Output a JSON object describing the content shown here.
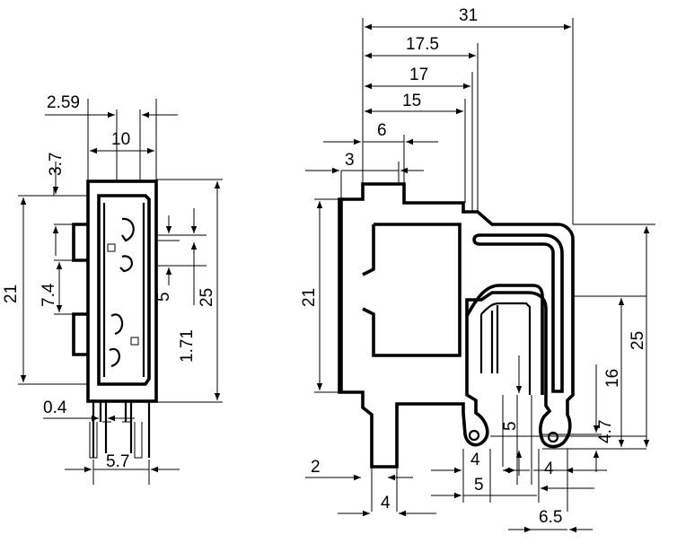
{
  "dimensions": {
    "left_view": {
      "pin_offset": "2.59",
      "top_width": "10",
      "top_offset": "3.7",
      "height_21": "21",
      "pitch": "7.4",
      "gap_5": "5",
      "height_25": "25",
      "small_1_71": "1.71",
      "pin_thickness": "0.4",
      "pin_spacing": "5.7"
    },
    "right_view": {
      "overall_31": "31",
      "d_17_5": "17.5",
      "d_17": "17",
      "d_15": "15",
      "d_6": "6",
      "d_3": "3",
      "height_21": "21",
      "height_25": "25",
      "height_16": "16",
      "height_4_7": "4.7",
      "pin_5": "5",
      "pin_4_a": "4",
      "pin_4_b": "4",
      "pin_5_b": "5",
      "pin_2": "2",
      "pin_4_c": "4",
      "pin_6_5": "6.5"
    }
  }
}
